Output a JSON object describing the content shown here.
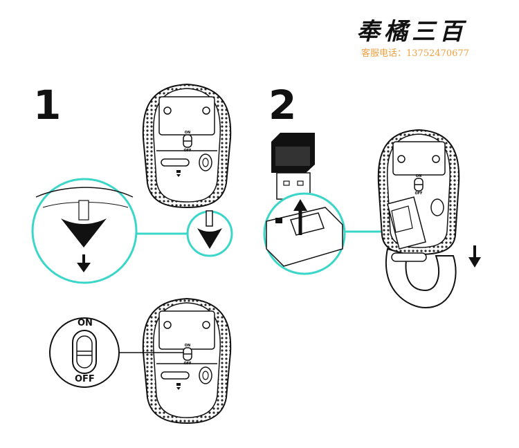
{
  "brand": {
    "logo_text": "奉橘三百",
    "service": "客服电话：13752470677"
  },
  "steps": {
    "step1_number": "1",
    "step2_number": "2"
  },
  "labels": {
    "on": "ON",
    "off": "OFF"
  },
  "colors": {
    "accent": "#3ad6c8",
    "line": "#111111",
    "mouse_fill": "#ffffff",
    "texture": "#2a2a2a"
  }
}
